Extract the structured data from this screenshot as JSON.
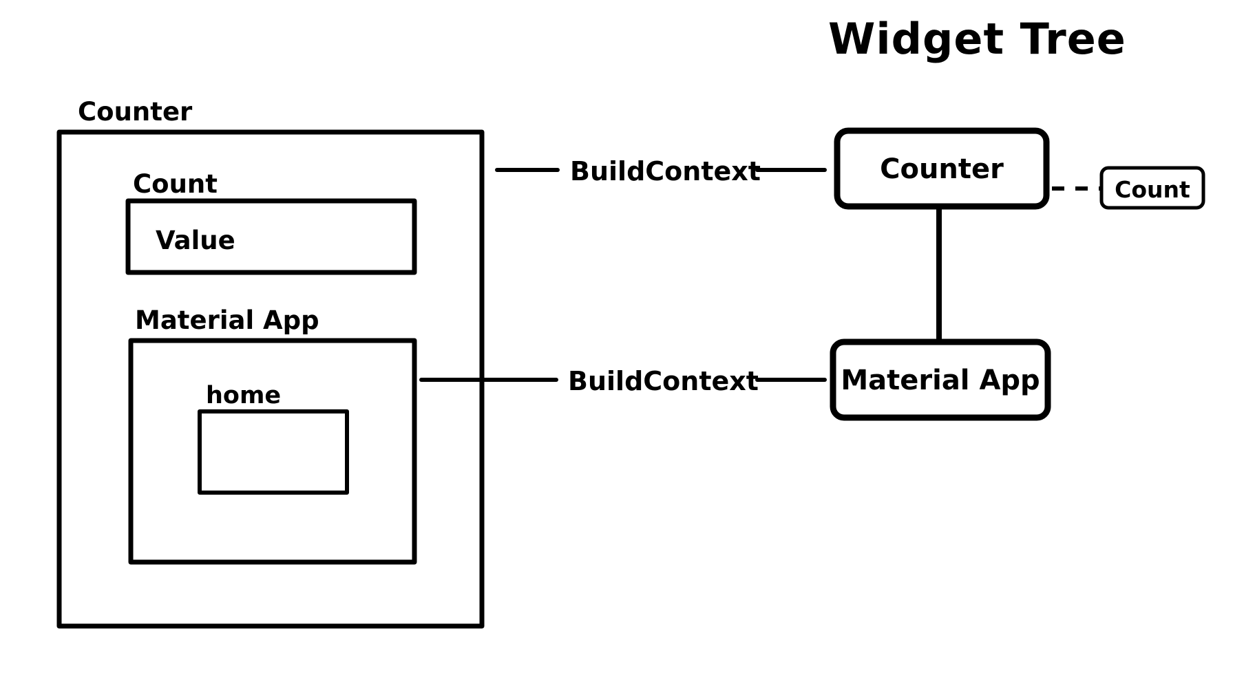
{
  "diagram": {
    "title": "Widget Tree",
    "left_panel": {
      "outer_box_label": "Counter",
      "children": [
        {
          "label": "Count",
          "content": "Value"
        },
        {
          "label": "Material App",
          "children": [
            {
              "label": "home",
              "content": ""
            }
          ]
        }
      ]
    },
    "connectors": [
      {
        "label": "BuildContext",
        "from": "counter-box",
        "to": "counter-node"
      },
      {
        "label": "BuildContext",
        "from": "material-app-box",
        "to": "material-app-node"
      }
    ],
    "tree": {
      "root": {
        "label": "Counter",
        "attached": {
          "label": "Count",
          "link_style": "dashed"
        },
        "child": {
          "label": "Material App"
        }
      }
    },
    "colors": {
      "stroke": "#000000",
      "background": "#ffffff"
    }
  }
}
